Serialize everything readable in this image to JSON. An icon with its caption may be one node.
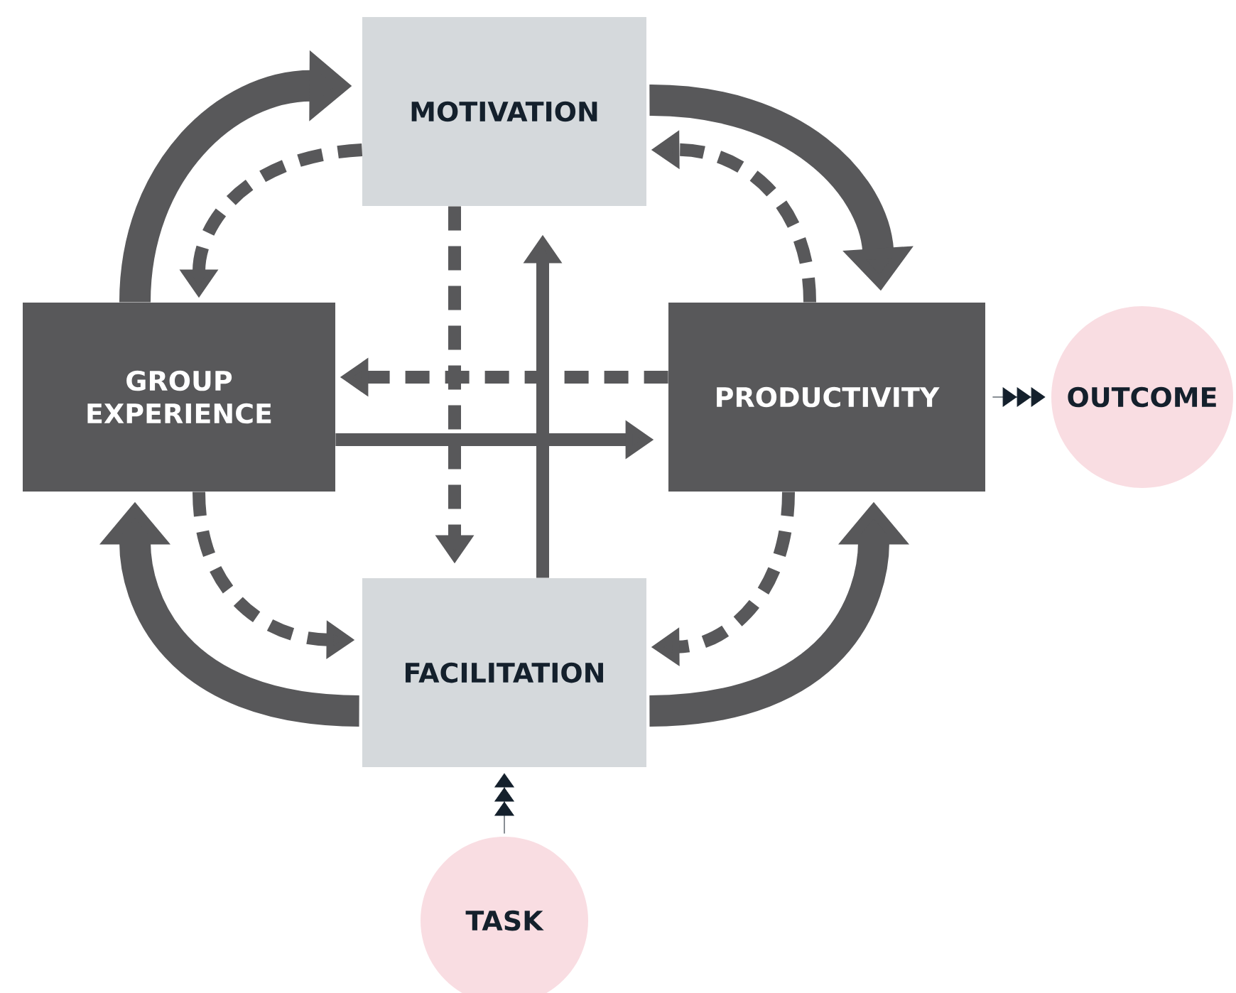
{
  "diagram": {
    "nodes": [
      {
        "text": [
          "MOTIVATION"
        ]
      },
      {
        "text": [
          "GROUP EXPERIENCE"
        ]
      },
      {
        "text": [
          "PRODUCTIVITY"
        ]
      },
      {
        "text": [
          "OUTCOME"
        ]
      },
      {
        "text": [
          "FACILITATION"
        ]
      },
      {
        "text": [
          "TASK"
        ]
      }
    ],
    "edges": [
      {
        "from": 1,
        "to": 0,
        "arrow": "to",
        "style": "thick"
      },
      {
        "from": 0,
        "to": 2,
        "arrow": "to",
        "style": "thick"
      },
      {
        "from": 4,
        "to": 2,
        "arrow": "to",
        "style": "thick"
      },
      {
        "from": 4,
        "to": 1,
        "arrow": "to",
        "style": "thick"
      },
      {
        "from": 0,
        "to": 1,
        "arrow": "to",
        "style": "dashed"
      },
      {
        "from": 2,
        "to": 0,
        "arrow": "to",
        "style": "dashed"
      },
      {
        "from": 1,
        "to": 4,
        "arrow": "to",
        "style": "dashed"
      },
      {
        "from": 2,
        "to": 4,
        "arrow": "to",
        "style": "dashed"
      },
      {
        "from": 2,
        "to": 1,
        "arrow": "to",
        "style": "dashed"
      },
      {
        "from": 1,
        "to": 2,
        "arrow": "to"
      },
      {
        "from": 0,
        "to": 4,
        "arrow": "to",
        "style": "dashed"
      },
      {
        "from": 4,
        "to": 0,
        "arrow": "to"
      },
      {
        "from": 2,
        "to": 3,
        "arrow": "to",
        "color": "#14202c"
      },
      {
        "from": 5,
        "to": 4,
        "arrow": "to",
        "color": "#14202c"
      }
    ]
  }
}
